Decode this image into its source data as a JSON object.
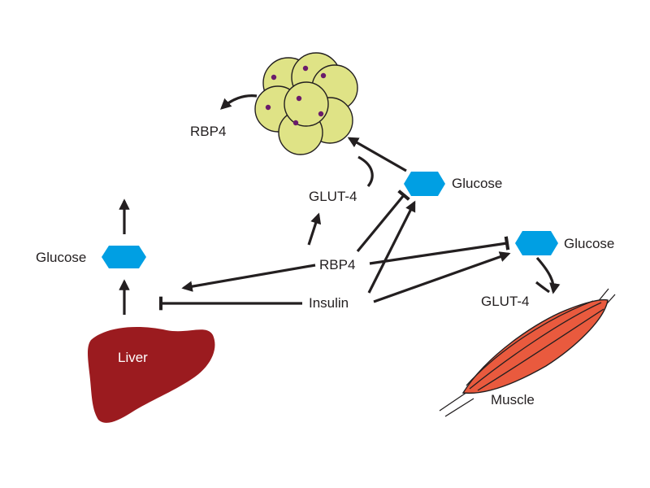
{
  "nodes": {
    "rbp4_top": "RBP4",
    "glucose_adipose": "Glucose",
    "glut4_adipose": "GLUT-4",
    "glucose_liver": "Glucose",
    "rbp4_center": "RBP4",
    "insulin": "Insulin",
    "glucose_muscle": "Glucose",
    "glut4_muscle": "GLUT-4",
    "liver": "Liver",
    "muscle": "Muscle"
  },
  "colors": {
    "glucose": "#009fe3",
    "liver": "#9b1b1f",
    "adipocyte_fill": "#dfe386",
    "adipocyte_nucleus": "#6a1b6b",
    "muscle_fill": "#e95a3e",
    "line": "#231f20"
  }
}
